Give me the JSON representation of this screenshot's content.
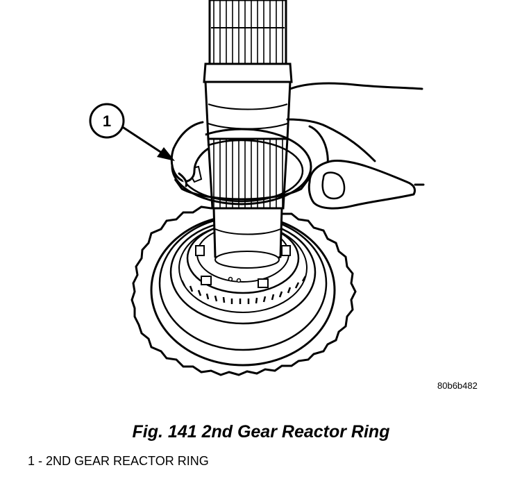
{
  "figure": {
    "callout_number": "1",
    "image_code": "80b6b482",
    "caption": "Fig. 141 2nd Gear Reactor Ring",
    "legend": "1 - 2ND GEAR REACTOR RING"
  }
}
